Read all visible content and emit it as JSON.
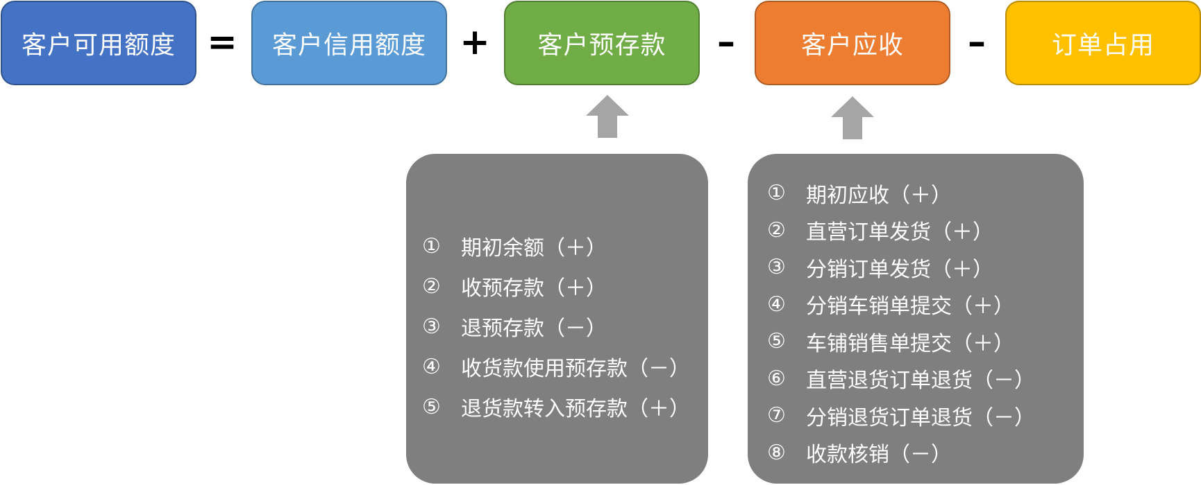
{
  "formula": {
    "available": {
      "label": "客户可用额度",
      "color": "#4472c4"
    },
    "op_equals": "=",
    "credit": {
      "label": "客户信用额度",
      "color": "#5b9bd5"
    },
    "op_plus": "+",
    "deposit": {
      "label": "客户预存款",
      "color": "#70ad47"
    },
    "op_minus_1": "–",
    "receivable": {
      "label": "客户应收",
      "color": "#ed7d31"
    },
    "op_minus_2": "–",
    "order": {
      "label": "订单占用",
      "color": "#ffc000"
    }
  },
  "deposit_details": {
    "items": [
      {
        "num": "①",
        "text": "期初余额（＋）"
      },
      {
        "num": "②",
        "text": "收预存款（＋）"
      },
      {
        "num": "③",
        "text": "退预存款（－）"
      },
      {
        "num": "④",
        "text": "收货款使用预存款（－）"
      },
      {
        "num": "⑤",
        "text": "退货款转入预存款（＋）"
      }
    ]
  },
  "receivable_details": {
    "items": [
      {
        "num": "①",
        "text": "期初应收（＋）"
      },
      {
        "num": "②",
        "text": "直营订单发货（＋）"
      },
      {
        "num": "③",
        "text": "分销订单发货（＋）"
      },
      {
        "num": "④",
        "text": "分销车销单提交（＋）"
      },
      {
        "num": "⑤",
        "text": "车铺销售单提交（＋）"
      },
      {
        "num": "⑥",
        "text": "直营退货订单退货（－）"
      },
      {
        "num": "⑦",
        "text": "分销退货订单退货（－）"
      },
      {
        "num": "⑧",
        "text": "收款核销（－）"
      }
    ]
  },
  "colors": {
    "panel": "#7f7f7f",
    "arrow": "#a5a5a5"
  }
}
